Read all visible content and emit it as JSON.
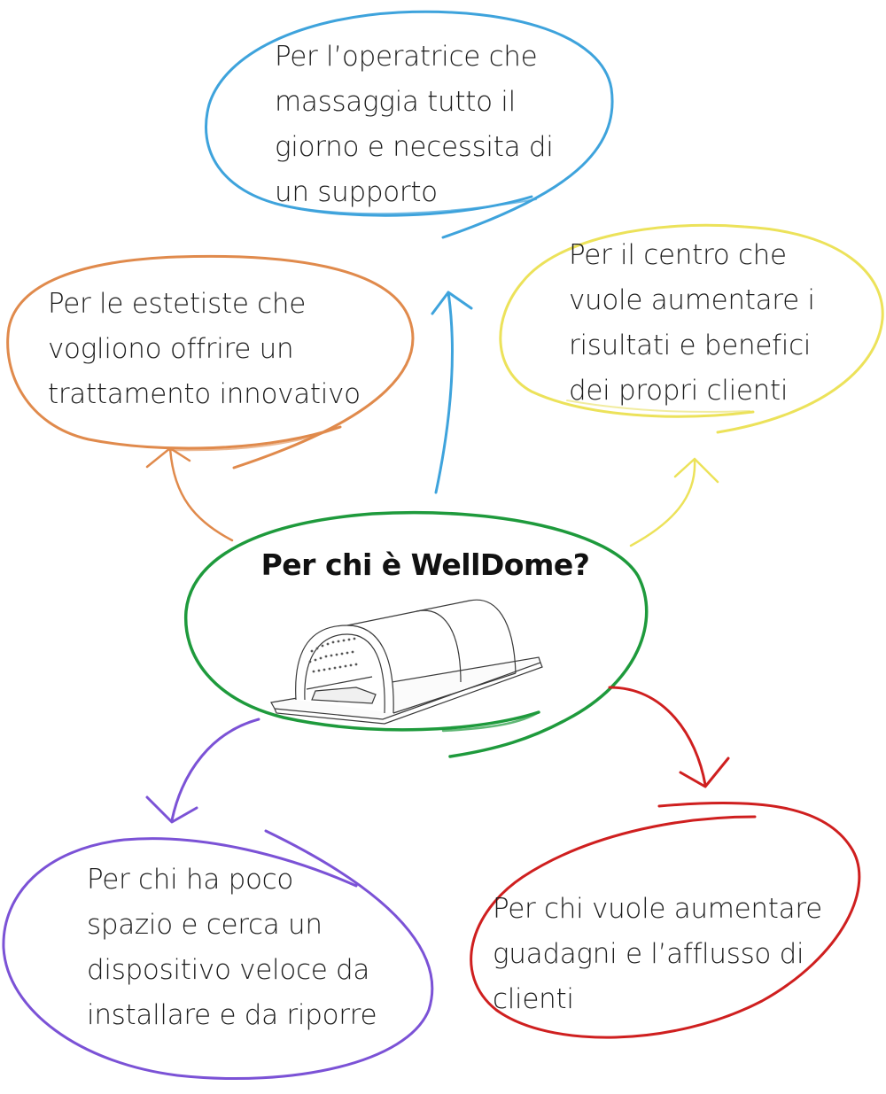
{
  "title": "Per chi è WellDome?",
  "center": {
    "label": "Per chi è WellDome?",
    "image": "welldome-device-illustration",
    "color": "#1e9a3c"
  },
  "nodes": [
    {
      "id": "operatrice",
      "position": "top",
      "color": "#3ea3dc",
      "text": "Per l’operatrice che\nmassaggia tutto il\ngiorno e necessita di\nun supporto"
    },
    {
      "id": "estetiste",
      "position": "upper-left",
      "color": "#e08a4c",
      "text": "Per le estetiste che\nvogliono offrire un\ntrattamento innovativo"
    },
    {
      "id": "centro",
      "position": "upper-right",
      "color": "#ece25a",
      "text": "Per il centro che\nvuole aumentare i\nrisultati e benefici\ndei propri clienti"
    },
    {
      "id": "spazio",
      "position": "lower-left",
      "color": "#7b52d6",
      "text": "Per chi ha poco\nspazio e cerca un\ndispositivo veloce da\ninstallare e da riporre"
    },
    {
      "id": "guadagni",
      "position": "lower-right",
      "color": "#cf1f1f",
      "text": "Per chi vuole aumentare\nguadagni e l’afflusso di\nclienti"
    }
  ]
}
